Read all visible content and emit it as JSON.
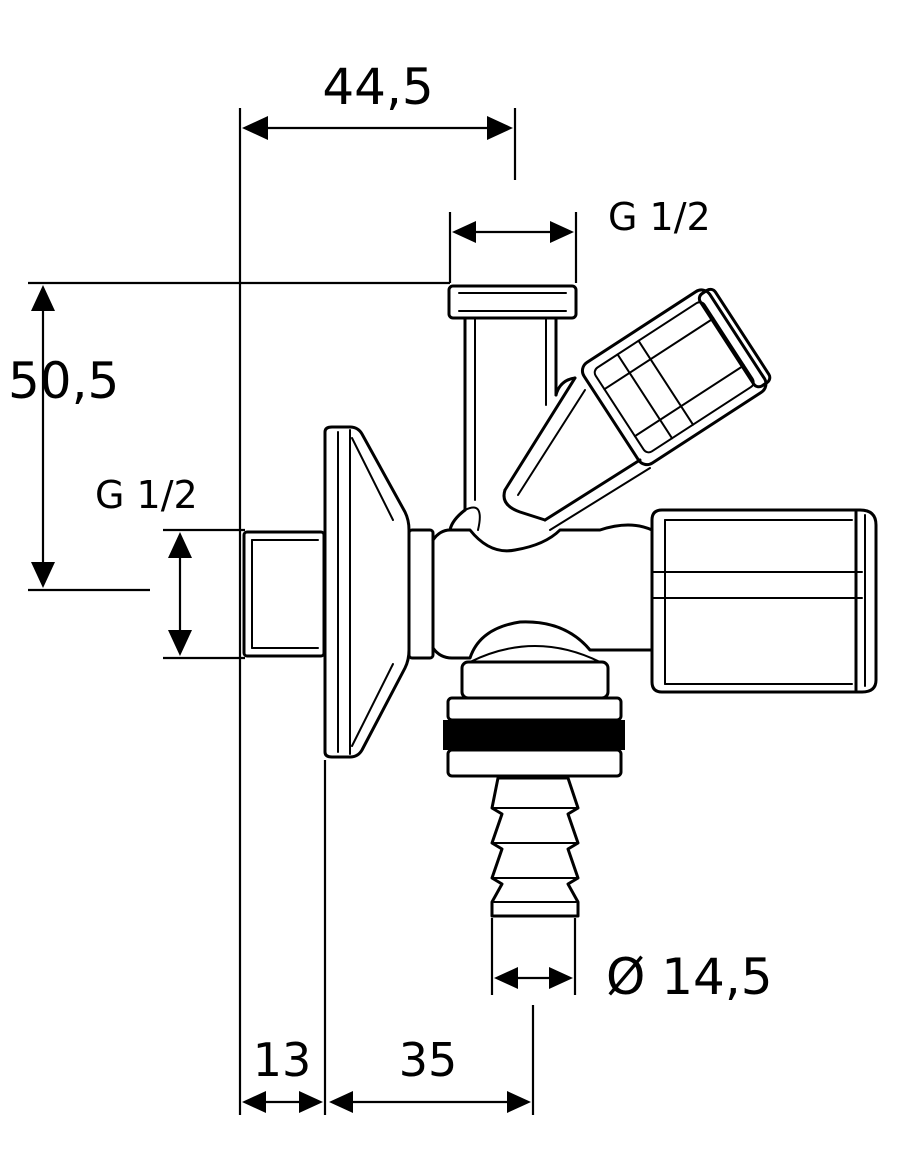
{
  "dimensions": {
    "top_width": "44,5",
    "top_thread": "G 1/2",
    "left_height": "50,5",
    "left_thread": "G 1/2",
    "hose_diameter": "Ø 14,5",
    "bottom_left": "13",
    "bottom_mid": "35"
  },
  "colors": {
    "line": "#000000",
    "background": "#ffffff"
  }
}
